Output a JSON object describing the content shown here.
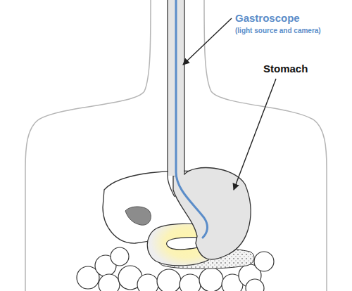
{
  "diagram": {
    "labels": [
      "Gastroscope",
      "(light source and camera)",
      "Stomach"
    ]
  }
}
